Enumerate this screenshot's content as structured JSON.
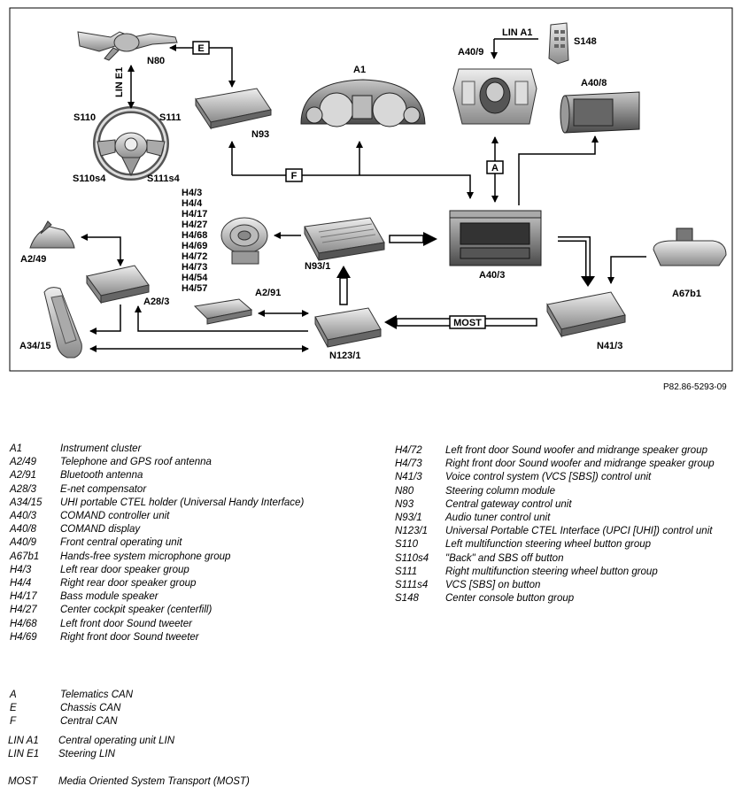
{
  "diagram": {
    "components": {
      "N80": "N80",
      "LIN_E1": "LIN E1",
      "S110": "S110",
      "S111": "S111",
      "S110s4": "S110s4",
      "S111s4": "S111s4",
      "N93": "N93",
      "A1": "A1",
      "A40_9": "A40/9",
      "LIN_A1": "LIN A1",
      "S148": "S148",
      "A40_8": "A40/8",
      "A40_3": "A40/3",
      "A67b1": "A67b1",
      "N41_3": "N41/3",
      "N93_1": "N93/1",
      "N123_1": "N123/1",
      "A2_91": "A2/91",
      "A28_3": "A28/3",
      "A2_49": "A2/49",
      "A34_15": "A34/15",
      "speaker_group": [
        "H4/3",
        "H4/4",
        "H4/17",
        "H4/27",
        "H4/68",
        "H4/69",
        "H4/72",
        "H4/73",
        "H4/54",
        "H4/57"
      ]
    },
    "bus_labels": {
      "E": "E",
      "F": "F",
      "A": "A",
      "MOST": "MOST"
    },
    "reference": "P82.86-5293-09"
  },
  "legend_left": [
    {
      "code": "A1",
      "desc": "Instrument cluster"
    },
    {
      "code": "A2/49",
      "desc": "Telephone and GPS roof antenna"
    },
    {
      "code": "A2/91",
      "desc": "Bluetooth antenna"
    },
    {
      "code": "A28/3",
      "desc": "E-net compensator"
    },
    {
      "code": "A34/15",
      "desc": "UHI portable CTEL holder (Universal Handy Interface)"
    },
    {
      "code": "A40/3",
      "desc": "COMAND controller unit"
    },
    {
      "code": "A40/8",
      "desc": "COMAND display"
    },
    {
      "code": "A40/9",
      "desc": "Front central operating unit"
    },
    {
      "code": "A67b1",
      "desc": "Hands-free system microphone group"
    },
    {
      "code": "H4/3",
      "desc": "Left rear door speaker group"
    },
    {
      "code": "H4/4",
      "desc": "Right rear door speaker group"
    },
    {
      "code": "H4/17",
      "desc": "Bass module speaker"
    },
    {
      "code": "H4/27",
      "desc": "Center cockpit speaker (centerfill)"
    },
    {
      "code": "H4/68",
      "desc": "Left front door Sound tweeter"
    },
    {
      "code": "H4/69",
      "desc": "Right front door Sound tweeter"
    }
  ],
  "legend_right": [
    {
      "code": "H4/72",
      "desc": "Left front door Sound woofer and midrange speaker group"
    },
    {
      "code": "H4/73",
      "desc": "Right front door Sound woofer and midrange speaker group"
    },
    {
      "code": "N41/3",
      "desc": "Voice control system (VCS [SBS]) control unit"
    },
    {
      "code": "N80",
      "desc": "Steering column module"
    },
    {
      "code": "N93",
      "desc": "Central gateway control unit"
    },
    {
      "code": "N93/1",
      "desc": "Audio tuner control unit"
    },
    {
      "code": "N123/1",
      "desc": "Universal Portable CTEL Interface (UPCI [UHI]) control unit"
    },
    {
      "code": "S110",
      "desc": "Left multifunction steering wheel button group"
    },
    {
      "code": "S110s4",
      "desc": "\"Back\" and SBS off button"
    },
    {
      "code": "S111",
      "desc": "Right multifunction steering wheel button group"
    },
    {
      "code": "S111s4",
      "desc": "VCS [SBS] on button"
    },
    {
      "code": "S148",
      "desc": "Center console button group"
    }
  ],
  "legend_bus": [
    {
      "code": "A",
      "desc": "Telematics CAN"
    },
    {
      "code": "E",
      "desc": "Chassis CAN"
    },
    {
      "code": "F",
      "desc": "Central CAN"
    }
  ],
  "legend_lin": [
    {
      "code": "LIN A1",
      "desc": "Central operating unit LIN"
    },
    {
      "code": "LIN E1",
      "desc": "Steering LIN"
    }
  ],
  "legend_most": [
    {
      "code": "MOST",
      "desc": "Media Oriented System Transport (MOST)"
    }
  ]
}
